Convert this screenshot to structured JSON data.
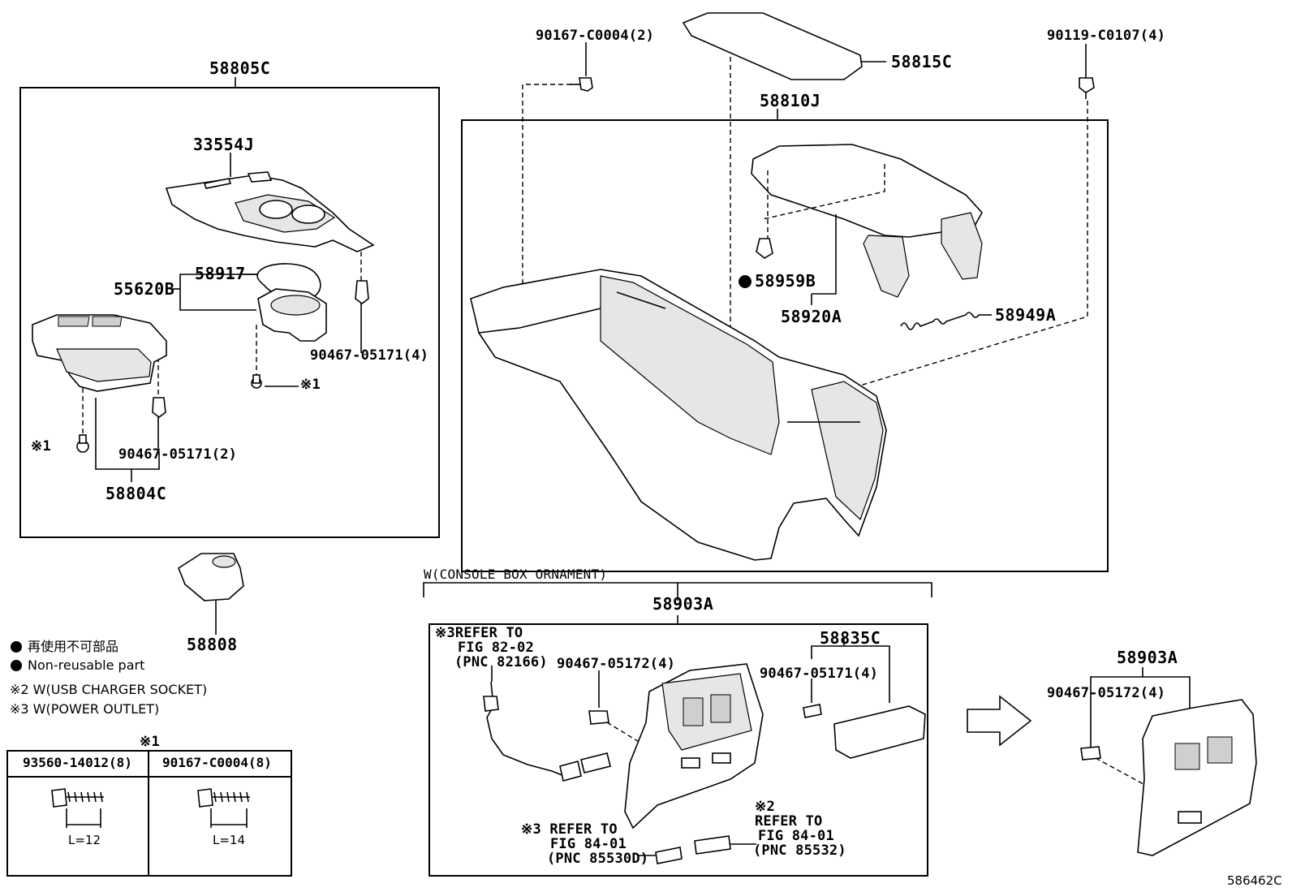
{
  "diagram_id": "586462C",
  "labels": {
    "p58805C": "58805C",
    "p33554J": "33554J",
    "p58917": "58917",
    "p55620B": "55620B",
    "p90467_05171_4_left": "90467-05171(4)",
    "p_note1_a": "※1",
    "p_note1_b": "※1",
    "p90467_05171_2": "90467-05171(2)",
    "p58804C": "58804C",
    "p58808": "58808",
    "p90167_C0004_2": "90167-C0004(2)",
    "p58815C": "58815C",
    "p90119_C0107_4": "90119-C0107(4)",
    "p58810J": "58810J",
    "p58959B": "58959B",
    "p58920A": "58920A",
    "p58949A": "58949A",
    "w_console": "W(CONSOLE BOX ORNAMENT)",
    "p58903A_main": "58903A",
    "ref3_a_1": "※3REFER TO",
    "ref3_a_2": "FIG 82-02",
    "ref3_a_3": "(PNC 82166)",
    "p90467_05172_4_mid": "90467-05172(4)",
    "p58835C": "58835C",
    "p90467_05171_4_mid": "90467-05171(4)",
    "ref3_b_1": "※3 REFER TO",
    "ref3_b_2": "FIG 84-01",
    "ref3_b_3": "(PNC 85530D)",
    "ref2_0": "※2",
    "ref2_1": "REFER TO",
    "ref2_2": "FIG 84-01",
    "ref2_3": "(PNC 85532)",
    "p58903A_right": "58903A",
    "p90467_05172_4_right": "90467-05172(4)"
  },
  "legend": {
    "nonreusable_jp": "再使用不可部品",
    "nonreusable_en": "Non-reusable part",
    "note2": "※2 W(USB CHARGER SOCKET)",
    "note3": "※3 W(POWER OUTLET)"
  },
  "bolt_table": {
    "marker": "※1",
    "col1_header": "93560-14012(8)",
    "col2_header": "90167-C0004(8)",
    "col1_length": "L=12",
    "col2_length": "L=14"
  }
}
